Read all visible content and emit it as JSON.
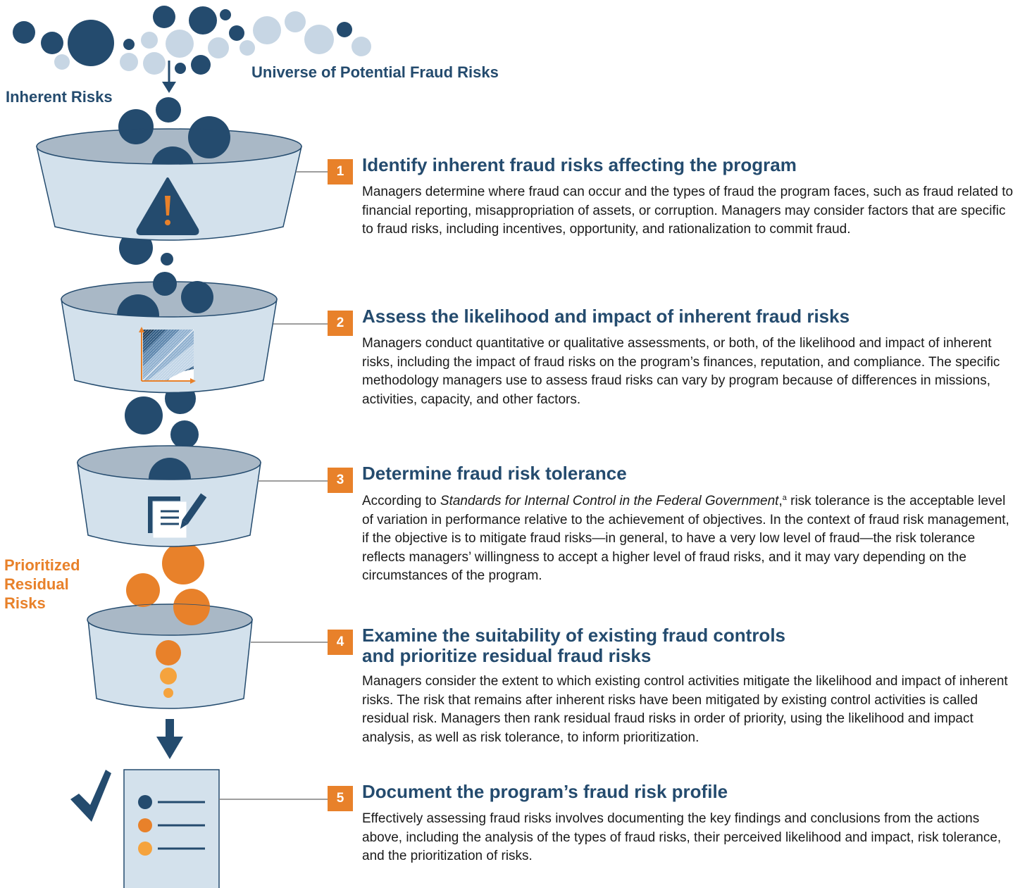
{
  "labels": {
    "universe": "Universe of Potential Fraud Risks",
    "inherent": "Inherent Risks",
    "prioritized": [
      "Prioritized",
      "Residual",
      "Risks"
    ]
  },
  "colors": {
    "navy": "#244b6e",
    "light_blue": "#c7d6e4",
    "funnel_body": "#d3e1ec",
    "funnel_rim": "#a9b8c6",
    "orange": "#e8812a",
    "light_orange": "#f5a33d"
  },
  "icons": [
    "warning-icon",
    "heat-map-icon",
    "document-pencil-icon",
    "priority-dots-icon",
    "checkmark-icon",
    "down-arrow-icon",
    "risk-profile-document-icon"
  ],
  "steps": [
    {
      "number": "1",
      "title": "Identify inherent fraud risks affecting the program",
      "body": "Managers determine where fraud can occur and the types of fraud the program faces, such as fraud related to financial reporting, misappropriation of assets, or corruption. Managers may consider factors that are specific to fraud risks, including incentives, opportunity, and rationalization to commit fraud."
    },
    {
      "number": "2",
      "title": "Assess the likelihood and impact of inherent fraud risks",
      "body": "Managers conduct quantitative or qualitative assessments, or both, of the likelihood and impact of inherent risks, including the impact of fraud risks on the program’s finances, reputation, and compliance. The specific methodology managers use to assess fraud risks can vary by program because of differences in missions, activities, capacity, and other factors."
    },
    {
      "number": "3",
      "title": "Determine fraud risk tolerance",
      "body_pre": "According to ",
      "body_italic": "Standards for Internal Control in the Federal Government",
      "body_sup": "a",
      "body_post": " risk tolerance is the acceptable level of variation in performance relative to the achievement of objectives. In the context of fraud risk management, if the objective is to mitigate fraud risks—in general, to have a very low level of fraud—the risk tolerance reflects managers’ willingness to accept a higher level of fraud risks, and it may vary depending on the circumstances of the program."
    },
    {
      "number": "4",
      "title_line1": "Examine the suitability of existing fraud controls",
      "title_line2": "and prioritize residual fraud risks",
      "body": "Managers consider the extent to which existing control activities mitigate the likelihood and impact of inherent risks. The risk that remains after inherent risks have been mitigated by existing control activities is called residual risk. Managers then rank residual fraud risks in order of priority, using the likelihood and impact analysis, as well as risk tolerance, to inform prioritization."
    },
    {
      "number": "5",
      "title": "Document the program’s fraud risk profile",
      "body": "Effectively assessing fraud risks involves documenting the key findings and conclusions from the actions above, including the analysis of the types of fraud risks, their perceived likelihood and impact, risk tolerance, and the prioritization of risks."
    }
  ]
}
